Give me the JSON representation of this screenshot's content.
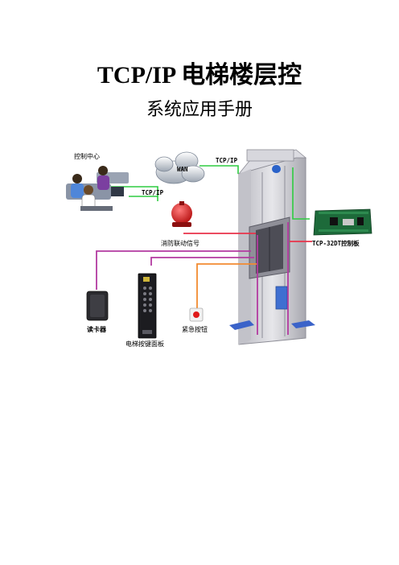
{
  "document": {
    "title": "TCP/IP 电梯楼层控",
    "subtitle": "系统应用手册"
  },
  "diagram": {
    "labels": {
      "control_center": "控制中心",
      "wan": "WAN",
      "tcpip_top": "TCP/IP",
      "tcpip_left": "TCP/IP",
      "fire_signal": "消防联动信号",
      "controller_board": "TCP-32DT控制板",
      "card_reader": "读卡器",
      "emergency_button": "紧急按钮",
      "elevator_panel": "电梯按键面板"
    },
    "colors": {
      "network_line": "#2ecc40",
      "signal_line_red": "#e8334a",
      "signal_line_purple": "#b33aa0",
      "signal_line_orange": "#f28a30",
      "alarm_red": "#d62828",
      "shaft_gray": "#cfcfd4"
    }
  }
}
